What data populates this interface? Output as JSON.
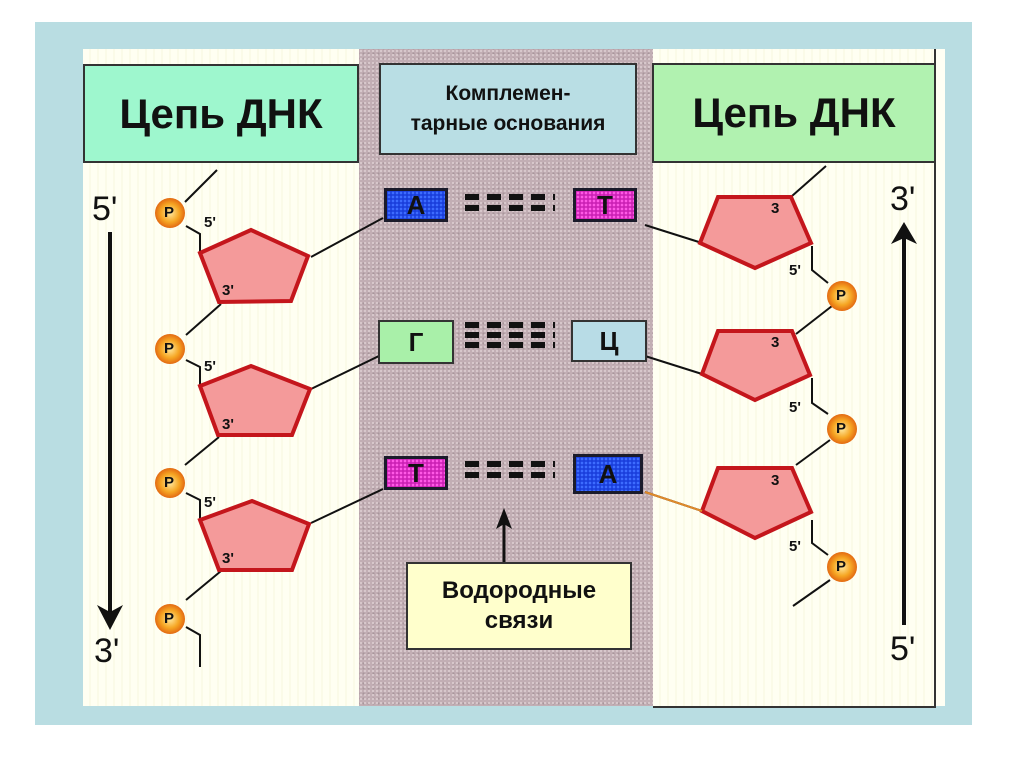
{
  "header": {
    "left_title": "Цепь ДНК",
    "right_title": "Цепь ДНК",
    "middle_title_line1": "Комплемен-",
    "middle_title_line2": "тарные основания"
  },
  "left_strand": {
    "top_end": "5'",
    "bottom_end": "3'",
    "direction": "down",
    "phosphate_label": "P",
    "sugar_labels": {
      "c5": "5'",
      "c3": "3'"
    }
  },
  "right_strand": {
    "top_end": "3'",
    "bottom_end": "5'",
    "direction": "up",
    "phosphate_label": "P",
    "sugar_labels": {
      "c5": "5'",
      "c3": "3"
    }
  },
  "base_pairs": [
    {
      "left": "А",
      "right": "Т",
      "left_color": "#1a3fdc",
      "right_color": "#cc22b5",
      "hydrogen_bonds": 2
    },
    {
      "left": "Г",
      "right": "Ц",
      "left_color": "#a9f0a9",
      "right_color": "#b8dce6",
      "hydrogen_bonds": 3
    },
    {
      "left": "Т",
      "right": "А",
      "left_color": "#cc22b5",
      "right_color": "#1a3fdc",
      "hydrogen_bonds": 2
    }
  ],
  "hydrogen_bond_label": {
    "line1": "Водородные",
    "line2": "связи"
  },
  "colors": {
    "frame": "#b9dde2",
    "sugar_fill": "#f49a9a",
    "sugar_stroke": "#c4161c",
    "phosphate": "#f4a020"
  }
}
